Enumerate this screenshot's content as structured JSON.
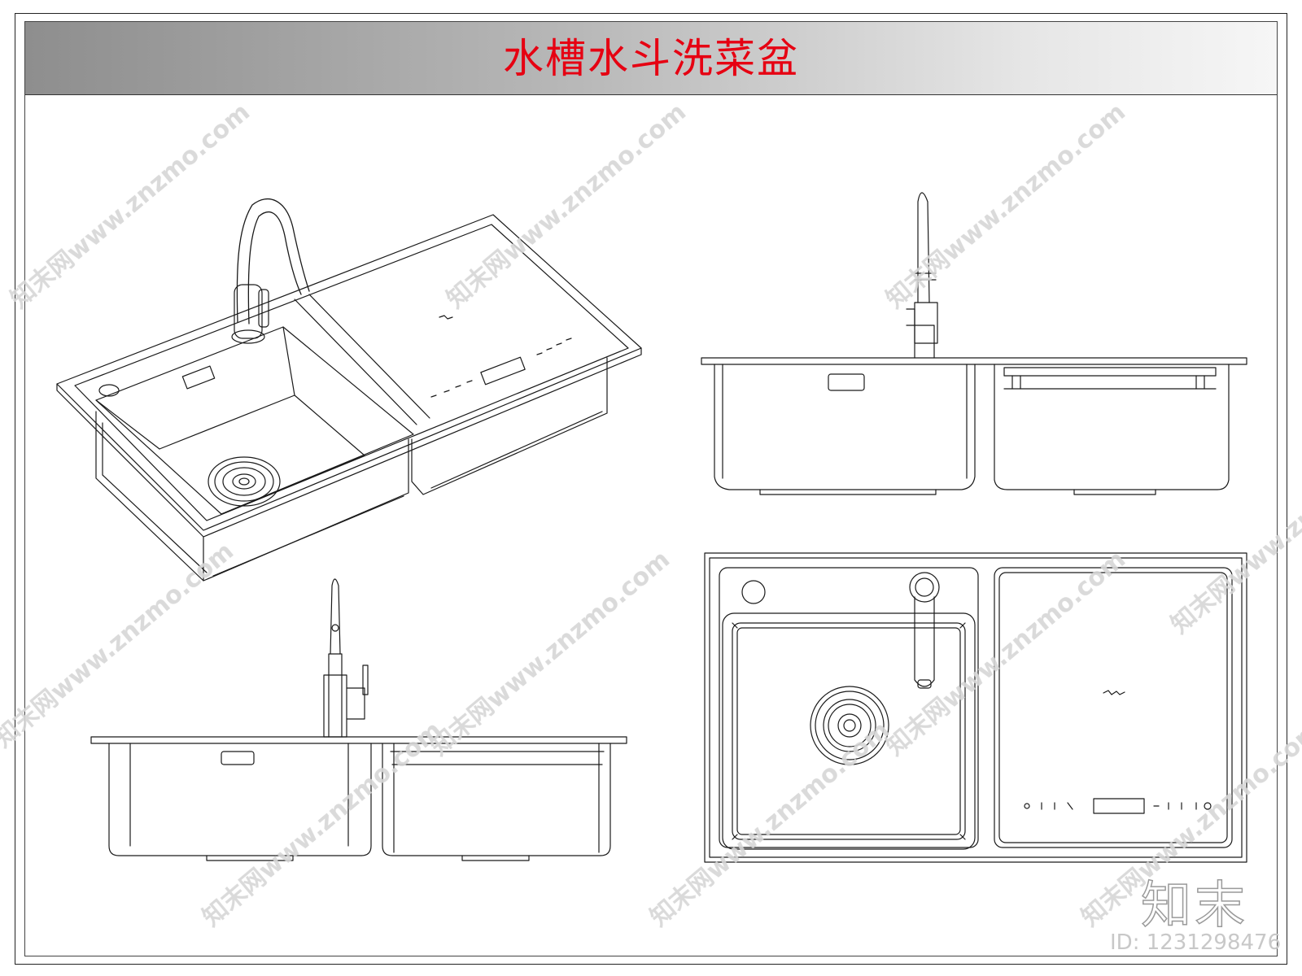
{
  "title": "水槽水斗洗菜盆",
  "watermark": {
    "site_text": "知末网www.znzmo.com",
    "logo_text": "知末",
    "id_text": "ID: 1231298476"
  },
  "colors": {
    "title_text": "#e60012",
    "line": "#1a1a1a",
    "watermark": "#d6d6d6"
  },
  "icons": [
    "faucet-icon",
    "drain-strainer-icon",
    "control-panel-icon"
  ]
}
